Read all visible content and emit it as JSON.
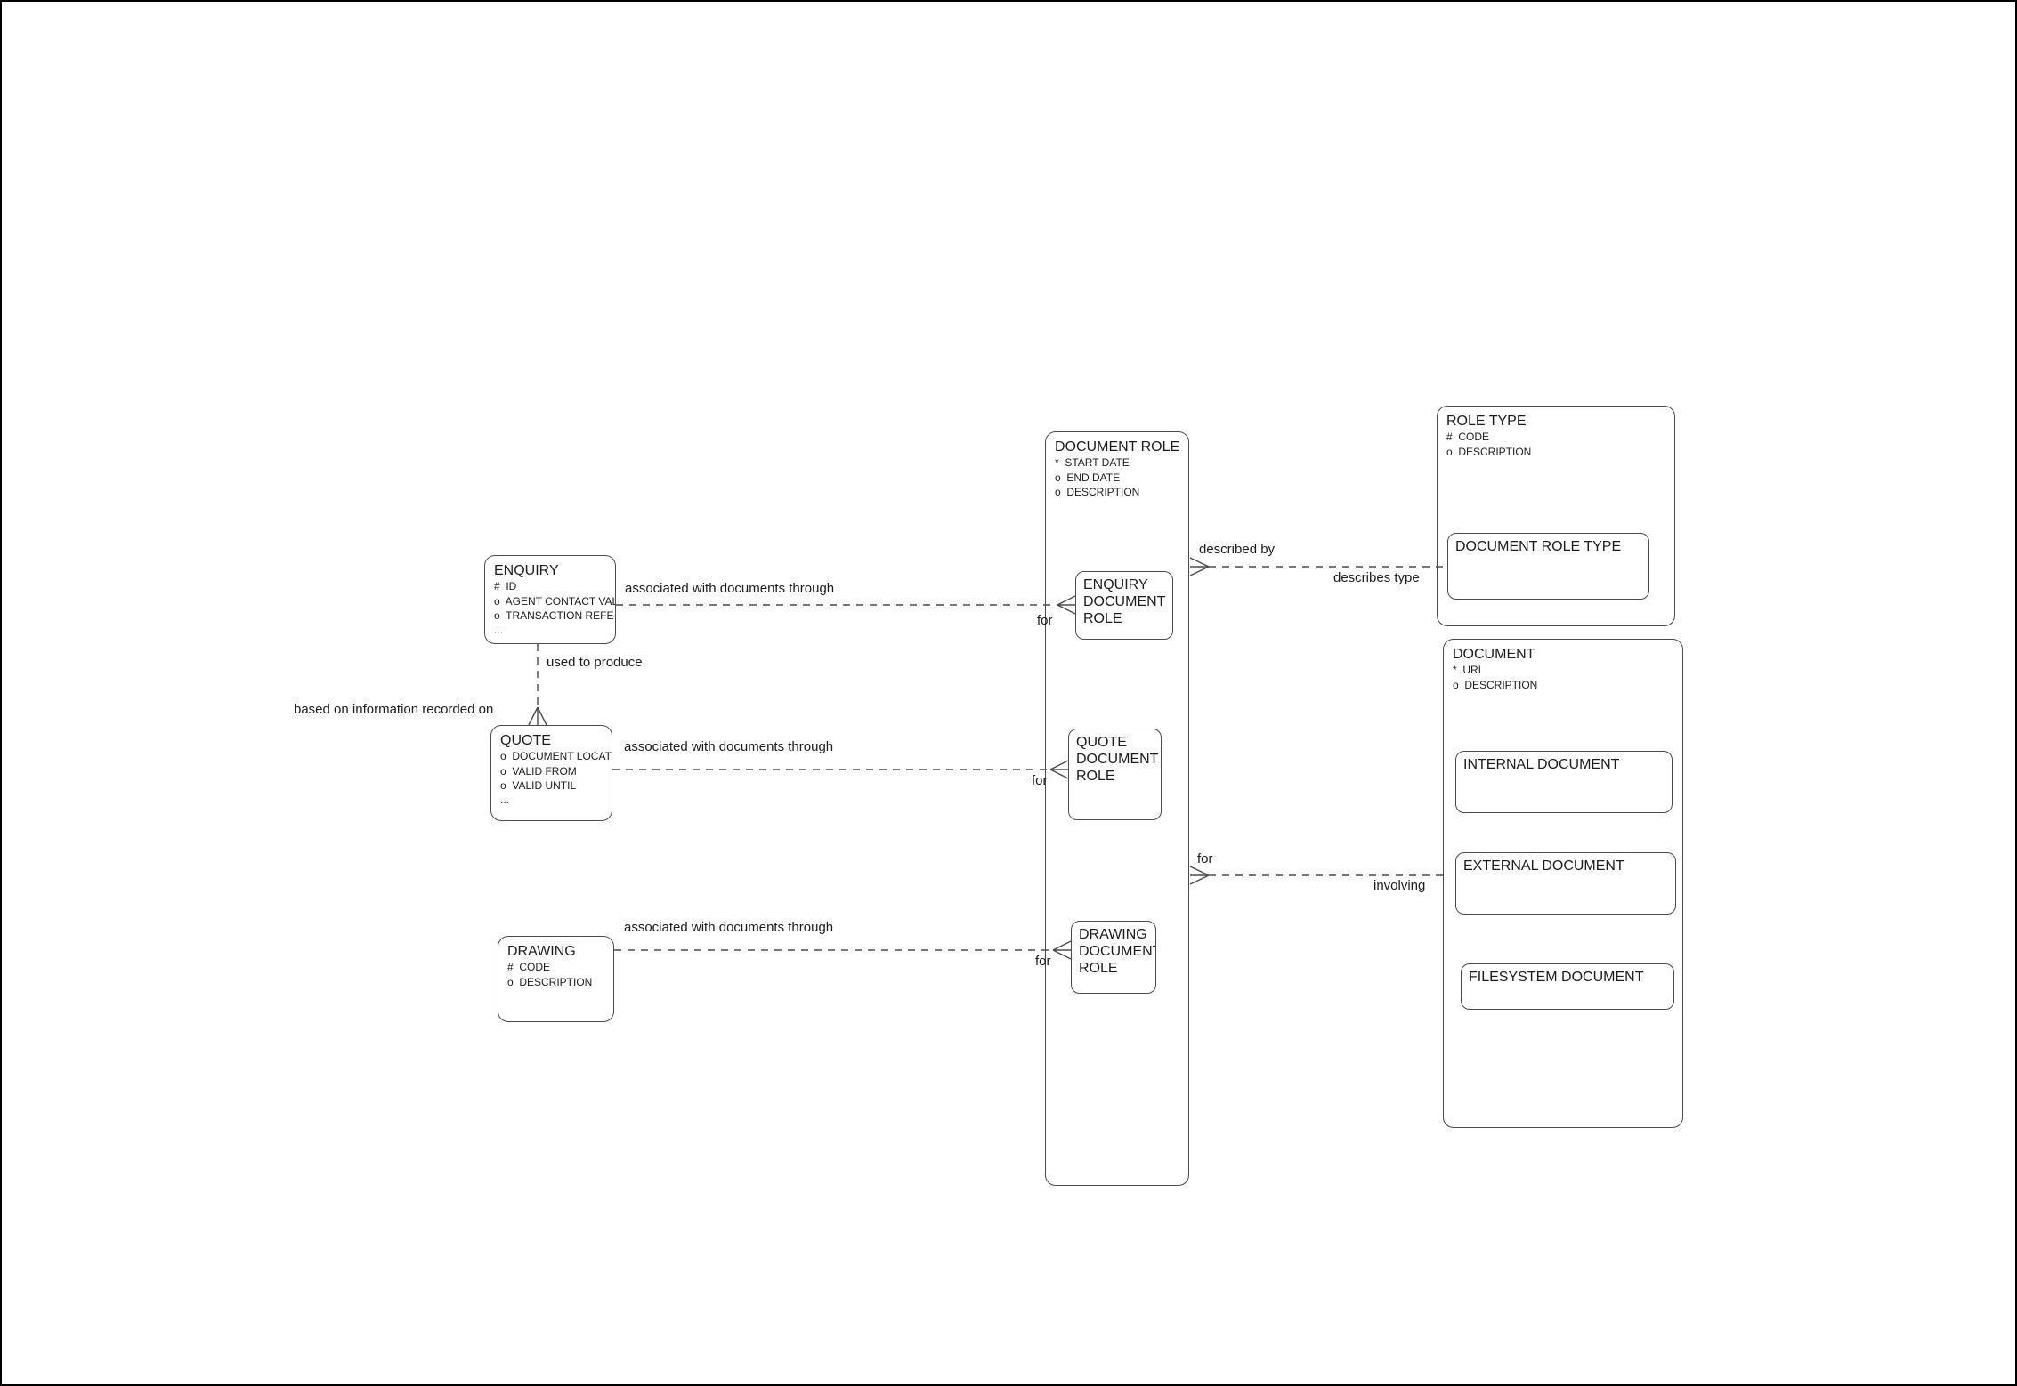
{
  "colors": {
    "background": "#ffffff",
    "line": "#4b4b4b",
    "text": "#1c1c1c"
  },
  "entities": {
    "enquiry": {
      "title": "ENQUIRY",
      "attributes": [
        "#  ID",
        "o  AGENT CONTACT VAL",
        "o  TRANSACTION REFE",
        "..."
      ]
    },
    "quote": {
      "title": "QUOTE",
      "attributes": [
        "o  DOCUMENT LOCAT",
        "o  VALID FROM",
        "o  VALID UNTIL",
        "..."
      ]
    },
    "drawing": {
      "title": "DRAWING",
      "attributes": [
        "#  CODE",
        "o  DESCRIPTION"
      ]
    },
    "document_role": {
      "title": "DOCUMENT ROLE",
      "attributes": [
        "*  START DATE",
        "o  END DATE",
        "o  DESCRIPTION"
      ],
      "subtypes": {
        "enquiry_document_role": "ENQUIRY DOCUMENT ROLE",
        "quote_document_role": "QUOTE DOCUMENT ROLE",
        "drawing_document_role": "DRAWING DOCUMENT ROLE"
      }
    },
    "role_type": {
      "title": "ROLE TYPE",
      "attributes": [
        "#  CODE",
        "o  DESCRIPTION"
      ],
      "subtypes": {
        "document_role_type": "DOCUMENT ROLE TYPE"
      }
    },
    "document": {
      "title": "DOCUMENT",
      "attributes": [
        "*  URI",
        "o  DESCRIPTION"
      ],
      "subtypes": {
        "internal_document": "INTERNAL DOCUMENT",
        "external_document": "EXTERNAL DOCUMENT",
        "filesystem_document": "FILESYSTEM DOCUMENT"
      }
    }
  },
  "relationships": {
    "enquiry_to_enquiry_document_role": {
      "label": "associated with documents through",
      "end_label": "for"
    },
    "quote_to_quote_document_role": {
      "label": "associated with documents through",
      "end_label": "for"
    },
    "drawing_to_drawing_document_role": {
      "label": "associated with documents through",
      "end_label": "for"
    },
    "enquiry_to_quote": {
      "label": "used to produce",
      "end_label": "based on information recorded on"
    },
    "document_role_to_role_type": {
      "label": "described by",
      "end_label": "describes type"
    },
    "document_role_to_document": {
      "label": "for",
      "end_label": "involving"
    }
  }
}
